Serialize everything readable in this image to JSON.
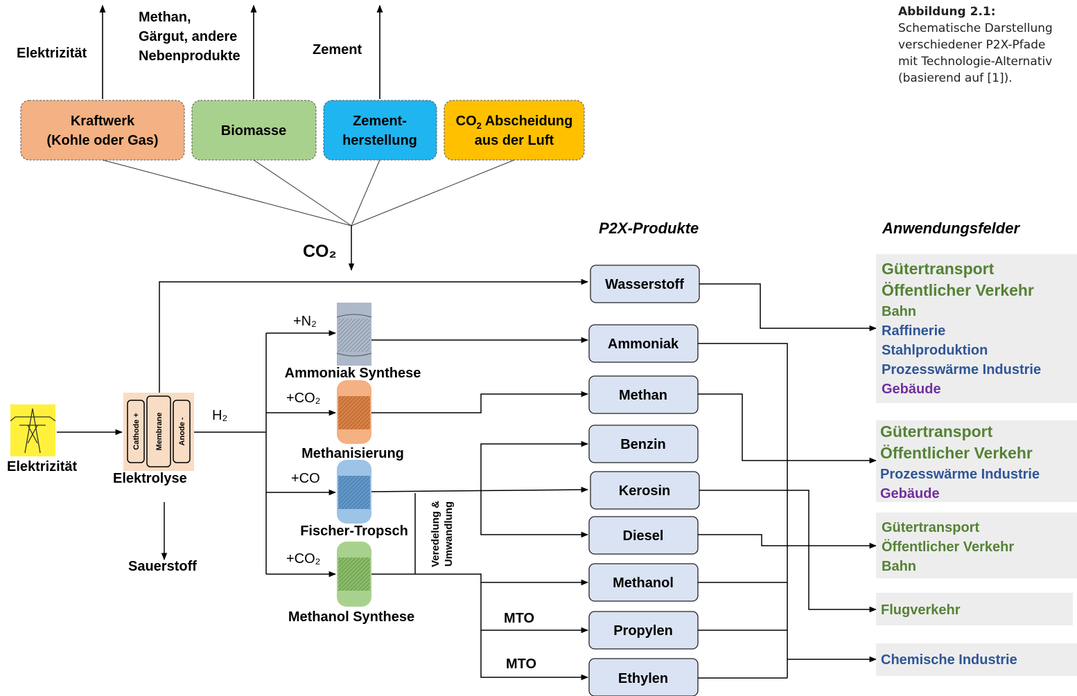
{
  "caption": {
    "title": "Abbildung 2.1:",
    "lines": [
      "Schematische Darstellung",
      "verschiedener P2X-Pfade",
      "mit Technologie-Alternativ",
      "(basierend auf [1])."
    ]
  },
  "sources": {
    "outputs": {
      "electricity": "Elektrizität",
      "biomass_products": [
        "Methan,",
        "Gärgut, andere",
        "Nebenprodukte"
      ],
      "cement": "Zement"
    },
    "boxes": [
      {
        "lines": [
          "Kraftwerk",
          "(Kohle oder Gas)"
        ],
        "color": "#f4b183"
      },
      {
        "lines": [
          "Biomasse"
        ],
        "color": "#a9d18e"
      },
      {
        "lines": [
          "Zement-",
          "herstellung"
        ],
        "color": "#1fb5f0"
      },
      {
        "lines": [
          "CO",
          "2",
          " Abscheidung",
          "aus der Luft"
        ],
        "color": "#ffc000"
      }
    ],
    "co2_label": "CO₂"
  },
  "process": {
    "electricity_input": "Elektrizität",
    "electrolysis": "Elektrolyse",
    "electrolyser_parts": [
      "Cathode +",
      "Membrane",
      "Anode -"
    ],
    "h2": "H₂",
    "oxygen": "Sauerstoff",
    "reactors": [
      {
        "reactant": "+N₂",
        "name": "Ammoniak Synthese",
        "color": "#adb9ca"
      },
      {
        "reactant": "+CO₂",
        "name": "Methanisierung",
        "color": "#f4b183"
      },
      {
        "reactant": "+CO",
        "name": "Fischer-Tropsch",
        "color": "#9dc3e6"
      },
      {
        "reactant": "+CO₂",
        "name": "Methanol Synthese",
        "color": "#a9d18e"
      }
    ],
    "upgrading": [
      "Veredelung &",
      "Umwandlung"
    ],
    "mto": [
      "MTO",
      "MTO"
    ]
  },
  "products": {
    "heading": "P2X-Produkte",
    "items": [
      "Wasserstoff",
      "Ammoniak",
      "Methan",
      "Benzin",
      "Kerosin",
      "Diesel",
      "Methanol",
      "Propylen",
      "Ethylen"
    ]
  },
  "applications": {
    "heading": "Anwendungsfelder",
    "groups": [
      {
        "items": [
          {
            "text": "Gütertransport",
            "color": "green"
          },
          {
            "text": "Öffentlicher Verkehr",
            "color": "green"
          },
          {
            "text": "Bahn",
            "color": "green"
          },
          {
            "text": "Raffinerie",
            "color": "blue"
          },
          {
            "text": "Stahlproduktion",
            "color": "blue"
          },
          {
            "text": "Prozesswärme Industrie",
            "color": "blue"
          },
          {
            "text": "Gebäude",
            "color": "purple"
          }
        ]
      },
      {
        "items": [
          {
            "text": "Gütertransport",
            "color": "green"
          },
          {
            "text": "Öffentlicher Verkehr",
            "color": "green"
          },
          {
            "text": "Prozesswärme Industrie",
            "color": "blue"
          },
          {
            "text": "Gebäude",
            "color": "purple"
          }
        ]
      },
      {
        "items": [
          {
            "text": "Gütertransport",
            "color": "green"
          },
          {
            "text": "Öffentlicher Verkehr",
            "color": "green"
          },
          {
            "text": "Bahn",
            "color": "green"
          }
        ]
      },
      {
        "items": [
          {
            "text": "Flugverkehr",
            "color": "green"
          }
        ]
      },
      {
        "items": [
          {
            "text": "Chemische Industrie",
            "color": "blue"
          }
        ]
      }
    ]
  },
  "colors": {
    "product_box": "#dae3f3",
    "application_bg": "#ededed",
    "pylon_bg": "#fff13b",
    "electrolyser_bg": "#f8dcc4"
  }
}
